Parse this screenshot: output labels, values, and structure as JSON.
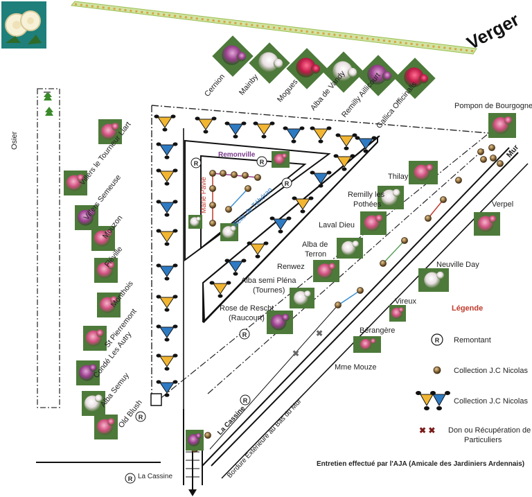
{
  "title": "Verger",
  "wall": "Mur",
  "osier": "Osier",
  "inner": {
    "remonville": "Remonville",
    "belle": "Belle de Téhéran",
    "pavie": "Marie Pavie"
  },
  "border_label": "Bordure Extérieure au Bas du Mur",
  "cassine_main": "La Cassine",
  "cassine_low": "La Cassine",
  "remontant_symbol": "R",
  "top_roses": [
    "Cernion",
    "Mainby",
    "Mogues",
    "Alba de Vandy",
    "Remilly Aillicourt",
    "Gallica Officinalis"
  ],
  "left_roses": [
    "Liart",
    "Villers le Tourneur",
    "Villers Semeuse",
    "Mouzon",
    "Fléville",
    "Monthois",
    "St Pierremont",
    "Condé Les Autry",
    "Alba Semuy",
    "Old Blush"
  ],
  "center_roses": {
    "pompon": "Pompon de Bourgogne",
    "thilay": "Thilay",
    "remilly_pothees": "Remilly les Pothées",
    "laval": "Laval Dieu",
    "alba_terron": "Alba de Terron",
    "renwez": "Renwez",
    "alba_semi": "Alba semi Pléna (Tournes)",
    "rose_rescht": "Rose de Rescht (Raucourt)",
    "verpel": "Verpel",
    "neuville": "Neuville Day",
    "vireux": "Vireux",
    "berangere": "Bérangère",
    "mouze": "Mme Mouze"
  },
  "legend": {
    "title": "Légende",
    "remontant": "Remontant",
    "collection_dot": "Collection J.C Nicolas",
    "collection_tri": "Collection J.C Nicolas",
    "don": "Don ou Récupération de Particuliers"
  },
  "footer": "Entretien effectué par l'AJA (Amicale des Jardiniers Ardennais)",
  "colors": {
    "triangle_yellow": "#f2b632",
    "triangle_blue": "#2e7bc4",
    "legend_title": "#c0392b",
    "line_red": "#c0392b",
    "line_blue": "#3a8fd0",
    "line_green": "#5aa05a",
    "hedge": "#9bbf4f"
  }
}
